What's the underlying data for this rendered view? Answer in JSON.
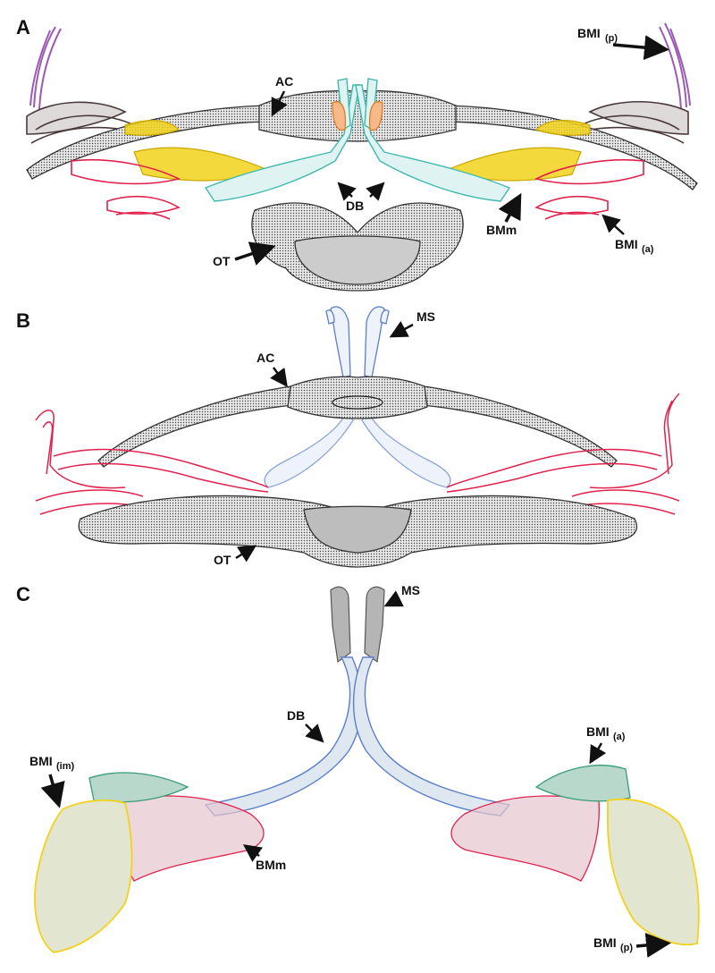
{
  "panels": [
    {
      "letter": "A"
    },
    {
      "letter": "B"
    },
    {
      "letter": "C"
    }
  ],
  "labels": {
    "a_ac": "AC",
    "a_bmi_p": "BMI",
    "a_bmi_p_sub": "(p)",
    "a_db": "DB",
    "a_bmm": "BMm",
    "a_bmi_a": "BMI",
    "a_bmi_a_sub": "(a)",
    "a_ot": "OT",
    "b_ms": "MS",
    "b_ac": "AC",
    "b_ot": "OT",
    "c_ms": "MS",
    "c_db": "DB",
    "c_bmi_a": "BMI",
    "c_bmi_a_sub": "(a)",
    "c_bmi_im": "BMI",
    "c_bmi_im_sub": "(im)",
    "c_bmm": "BMm",
    "c_bmi_p": "BMI",
    "c_bmi_p_sub": "(p)"
  },
  "colors": {
    "gray_structure": "#555555",
    "gray_fill": "#bdbdbd",
    "purple": "#9b59b6",
    "brown": "#5a4a4a",
    "yellow": "#f2d21b",
    "red": "#e0224d",
    "cyan": "#3fb9b0",
    "orange": "#f08a3c",
    "blue": "#5b7fc9",
    "teal_green": "#3a9a7a",
    "light_blue_fill": "#dfe8f0"
  }
}
